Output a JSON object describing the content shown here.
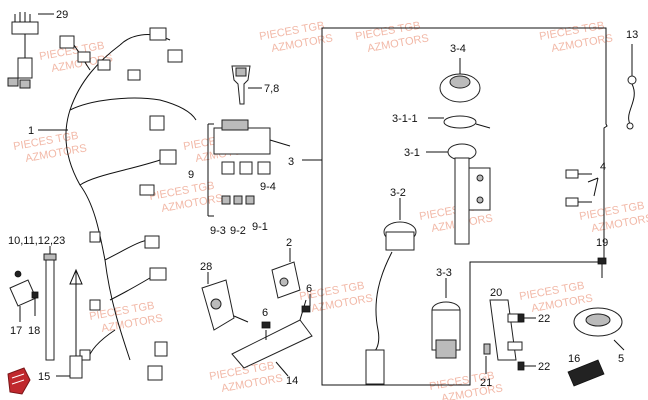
{
  "diagram": {
    "labels": {
      "l29": "29",
      "l1": "1",
      "l78": "7,8",
      "l9": "9",
      "l94": "9-4",
      "l93": "9-3",
      "l92": "9-2",
      "l91": "9-1",
      "l3": "3",
      "l34": "3-4",
      "l311": "3-1-1",
      "l31": "3-1",
      "l32": "3-2",
      "l33": "3-3",
      "l13": "13",
      "l4": "4",
      "l19": "19",
      "l5": "5",
      "l16": "16",
      "l20": "20",
      "l22a": "22",
      "l22b": "22",
      "l21": "21",
      "l2": "2",
      "l28": "28",
      "l6a": "6",
      "l6b": "6",
      "l14": "14",
      "l10": "10,11,12,23",
      "l18": "18",
      "l17": "17",
      "l15": "15"
    },
    "watermark_lines": [
      "PIECES TGB",
      "AZMOTORS"
    ]
  },
  "colors": {
    "line": "#111111",
    "watermark": "#f2b9a8",
    "logo": "#c0282d"
  }
}
